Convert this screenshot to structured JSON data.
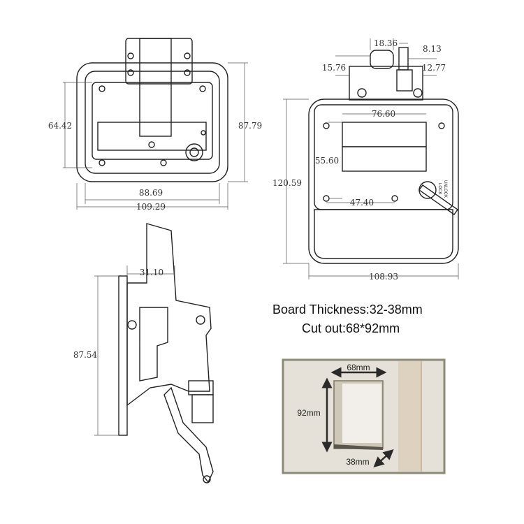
{
  "front_view": {
    "dims": {
      "inner_height": "64.42",
      "outer_height": "87.79",
      "inner_width": "88.69",
      "outer_width": "109.29"
    }
  },
  "rear_view": {
    "dims": {
      "knob_width": "18.36",
      "key_width": "8.13",
      "knob_height": "15.76",
      "key_height": "12.77",
      "handle_width": "76.60",
      "handle_height": "55.60",
      "hole_spacing": "47.40",
      "total_height": "120.59",
      "total_width": "108.93"
    },
    "lock_labels": [
      "LOCK",
      "UNLOCK"
    ]
  },
  "side_view": {
    "dims": {
      "depth": "31.10",
      "height": "87.54"
    }
  },
  "specs": {
    "board_thickness": "Board Thickness:32-38mm",
    "cut_out": "Cut out:68*92mm"
  },
  "photo": {
    "width_label": "68mm",
    "height_label": "92mm",
    "depth_label": "38mm",
    "colors": {
      "wall": "#e6e1d8",
      "border": "#8b8a76",
      "arrow": "#2a2a2a"
    }
  }
}
